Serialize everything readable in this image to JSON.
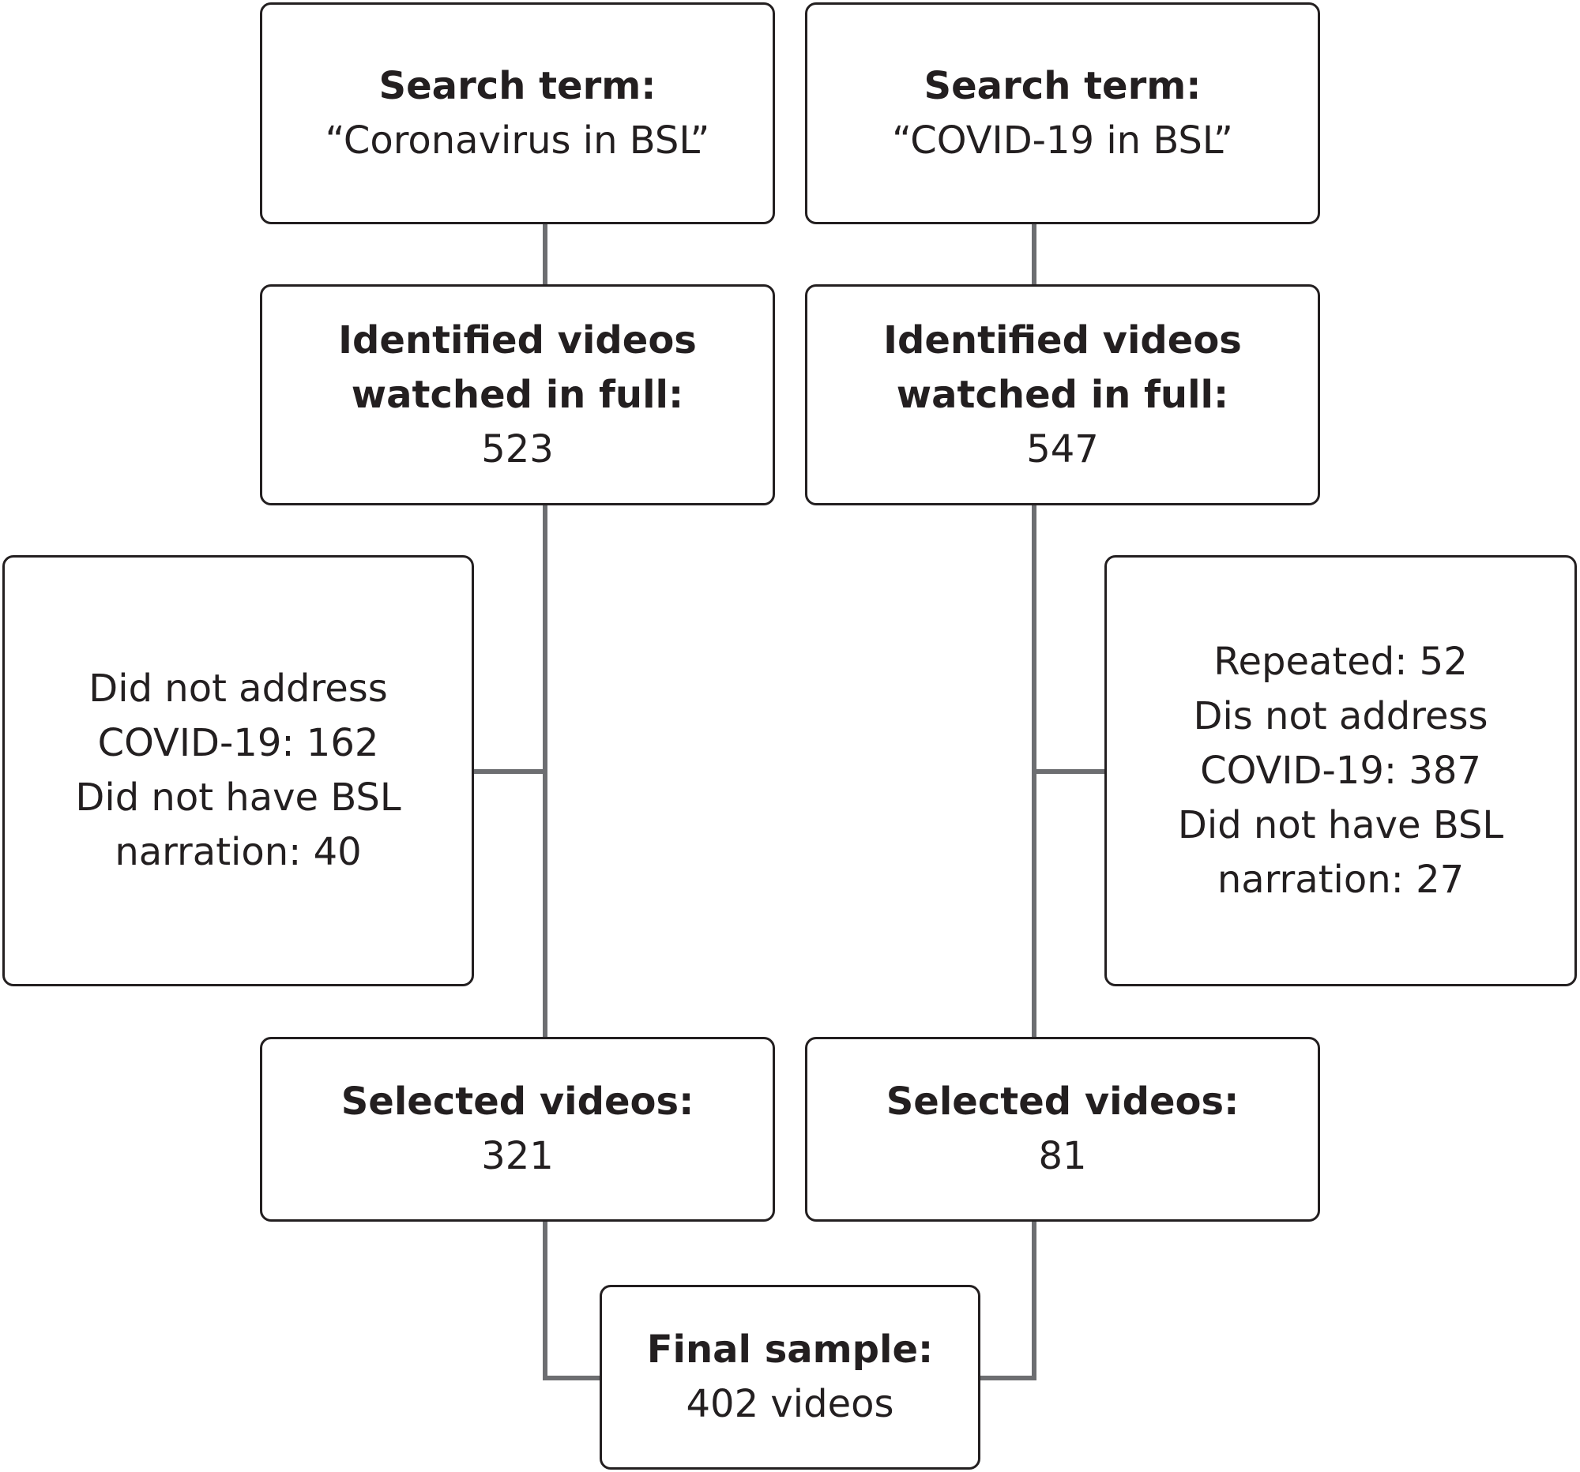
{
  "left": {
    "search": {
      "heading": "Search term:",
      "term": "“Coronavirus in BSL”"
    },
    "identified": {
      "heading_line1": "Identified videos",
      "heading_line2": "watched in full:",
      "count": "523"
    },
    "excluded": {
      "lines": [
        "Did not address",
        "COVID-19: 162",
        "Did not have BSL",
        "narration: 40"
      ]
    },
    "selected": {
      "heading": "Selected videos:",
      "count": "321"
    }
  },
  "right": {
    "search": {
      "heading": "Search term:",
      "term": "“COVID-19 in BSL”"
    },
    "identified": {
      "heading_line1": "Identified videos",
      "heading_line2": "watched in full:",
      "count": "547"
    },
    "excluded": {
      "lines": [
        "Repeated: 52",
        "Dis not address",
        "COVID-19: 387",
        "Did not have BSL",
        "narration: 27"
      ]
    },
    "selected": {
      "heading": "Selected videos:",
      "count": "81"
    }
  },
  "final": {
    "heading": "Final sample:",
    "value": "402 videos"
  }
}
